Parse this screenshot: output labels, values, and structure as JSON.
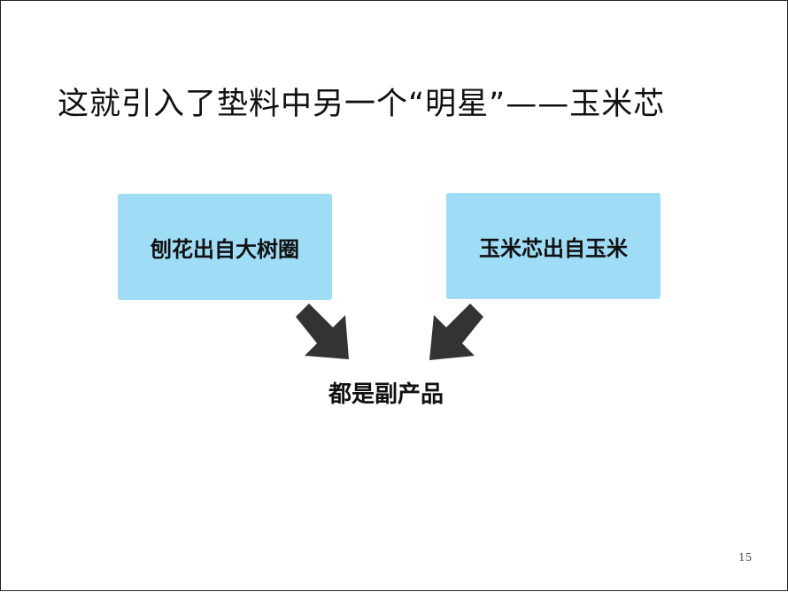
{
  "title": "这就引入了垫料中另一个“明星”——玉米芯",
  "boxes": {
    "left": "刨花出自大树圈",
    "right": "玉米芯出自玉米"
  },
  "result": "都是副产品",
  "page_number": "15",
  "colors": {
    "box_fill": "#9fdcf5",
    "arrow": "#333333",
    "text": "#111111"
  }
}
